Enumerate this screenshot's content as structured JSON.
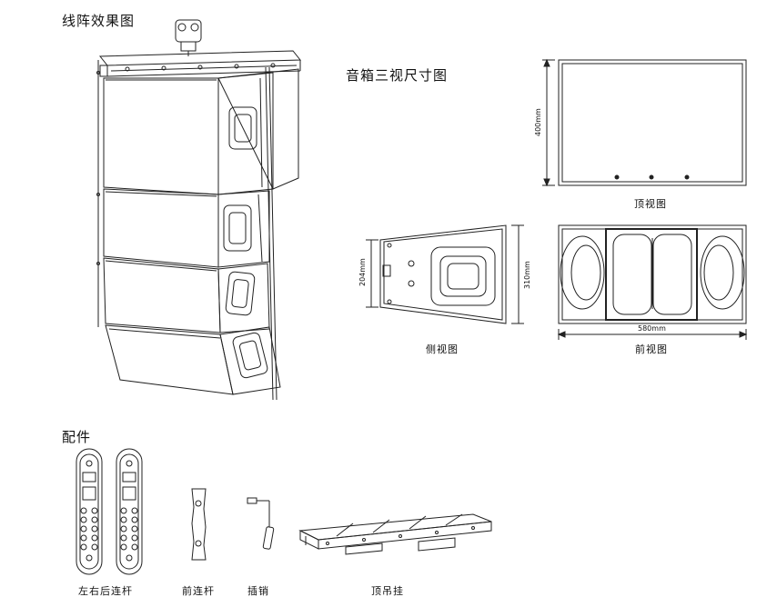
{
  "sections": {
    "array_effect": "线阵效果图",
    "three_views": "音箱三视尺寸图",
    "accessories": "配件"
  },
  "views": {
    "top_view": "顶视图",
    "side_view": "侧视图",
    "front_view": "前视图"
  },
  "dimensions": {
    "depth": "400mm",
    "side_short": "204mm",
    "side_tall": "310mm",
    "width": "580mm"
  },
  "parts": {
    "rear_bar": "左右后连杆",
    "front_bar": "前连杆",
    "pin": "插销",
    "top_frame": "顶吊挂"
  }
}
